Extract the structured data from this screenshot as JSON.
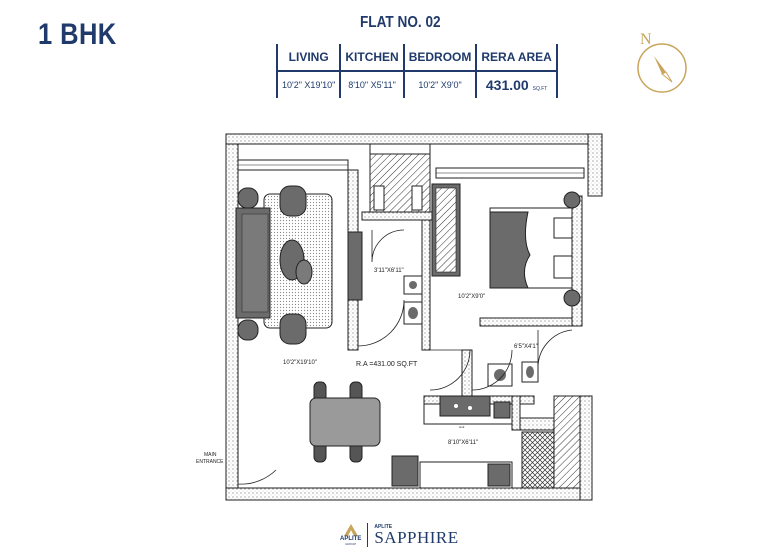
{
  "header": {
    "bhk_label": "1 BHK",
    "flat_title": "FLAT NO. 02"
  },
  "area_table": {
    "headers": [
      "LIVING",
      "KITCHEN",
      "BEDROOM",
      "RERA AREA"
    ],
    "values": [
      "10'2\" X19'10\"",
      "8'10\" X5'11\"",
      "10'2\" X9'0\"",
      "431.00"
    ],
    "rera_unit": "SQ.FT"
  },
  "compass": {
    "north_label": "N",
    "color": "#c9a45c"
  },
  "plan_labels": {
    "living": "10'2\"X19'10\"",
    "bedroom": "10'2\"X9'0\"",
    "toilet": "3'11\"X6'11\"",
    "bath": "6'5\"X4'1\"",
    "kitchen": "8'10\"X6'11\"",
    "rera": "R.A =431.00 SQ.FT",
    "main_entrance_1": "MAIN",
    "main_entrance_2": "ENTRANCE",
    "sink": "sink"
  },
  "footer": {
    "brand_left": "APLITE",
    "brand_left_sub": "GROUP",
    "brand_small": "APLITE",
    "brand_big": "SAPPHIRE"
  },
  "colors": {
    "brand_blue": "#1f3a6b",
    "gold": "#c9a45c",
    "furniture_grey": "#6b6b6b"
  }
}
